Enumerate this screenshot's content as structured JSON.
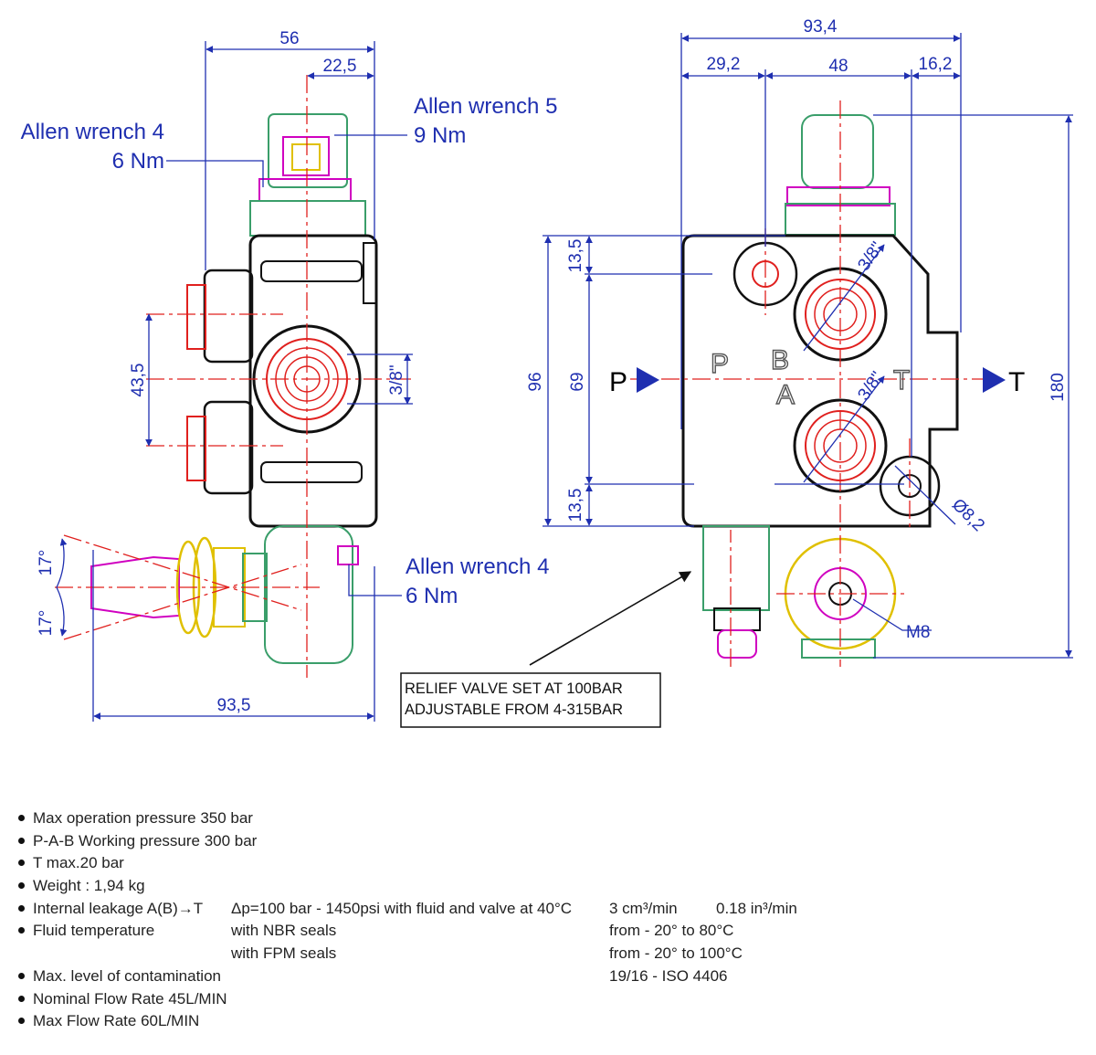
{
  "callouts": {
    "allen4_top_left": {
      "tool": "Allen wrench 4",
      "torque": "6 Nm"
    },
    "allen5_top": {
      "tool": "Allen wrench 5",
      "torque": "9 Nm"
    },
    "allen4_bottom": {
      "tool": "Allen wrench 4",
      "torque": "6 Nm"
    }
  },
  "dimensions": {
    "side": {
      "width_total": "56",
      "width_offset": "22,5",
      "pitch": "43,5",
      "port_size": "3/8\"",
      "lever_angle_up": "17°",
      "lever_angle_down": "17°",
      "length": "93,5"
    },
    "front": {
      "width_total": "93,4",
      "w_left": "29,2",
      "w_mid": "48",
      "w_right": "16,2",
      "height_total": "180",
      "body_height": "96",
      "port_pitch": "69",
      "top_offset": "13,5",
      "bottom_offset": "13,5",
      "port_size_a": "3/8\"",
      "port_size_b": "3/8\"",
      "mount_hole": "Ø8,2",
      "thread": "M8"
    }
  },
  "ports": {
    "p": "P",
    "t": "T",
    "p_cast": "P",
    "b_cast": "B",
    "a_cast": "A",
    "t_cast": "T"
  },
  "relief_box": {
    "line1": "RELIEF VALVE SET AT 100BAR",
    "line2": "ADJUSTABLE FROM 4-315BAR"
  },
  "colors": {
    "dimension": "#1f2fb0",
    "centerline": "#e0201e",
    "body": "#000000",
    "spring": "#e0201e",
    "detent": "#d8d800",
    "mechanism": "#d000c0",
    "fitting": "#3a9e6a"
  },
  "specs": [
    {
      "label": "Max operation pressure 350 bar"
    },
    {
      "label": "P-A-B Working pressure 300 bar"
    },
    {
      "label": "T max.20 bar"
    },
    {
      "label": "Weight : 1,94 kg"
    },
    {
      "label": "Internal leakage A(B)→T",
      "condition": "Δp=100 bar - 1450psi with fluid and valve at 40°C",
      "value": "3 cm³/min",
      "value2": "0.18 in³/min"
    },
    {
      "label": "Fluid temperature",
      "condition": "with NBR seals",
      "value": "from - 20° to 80°C"
    },
    {
      "label": "",
      "condition": "with FPM seals",
      "value": "from - 20° to 100°C"
    },
    {
      "label": "Max. level of contamination",
      "value": "19/16 - ISO 4406"
    },
    {
      "label": "Nominal Flow Rate 45L/MIN"
    },
    {
      "label": "Max Flow Rate 60L/MIN"
    }
  ]
}
